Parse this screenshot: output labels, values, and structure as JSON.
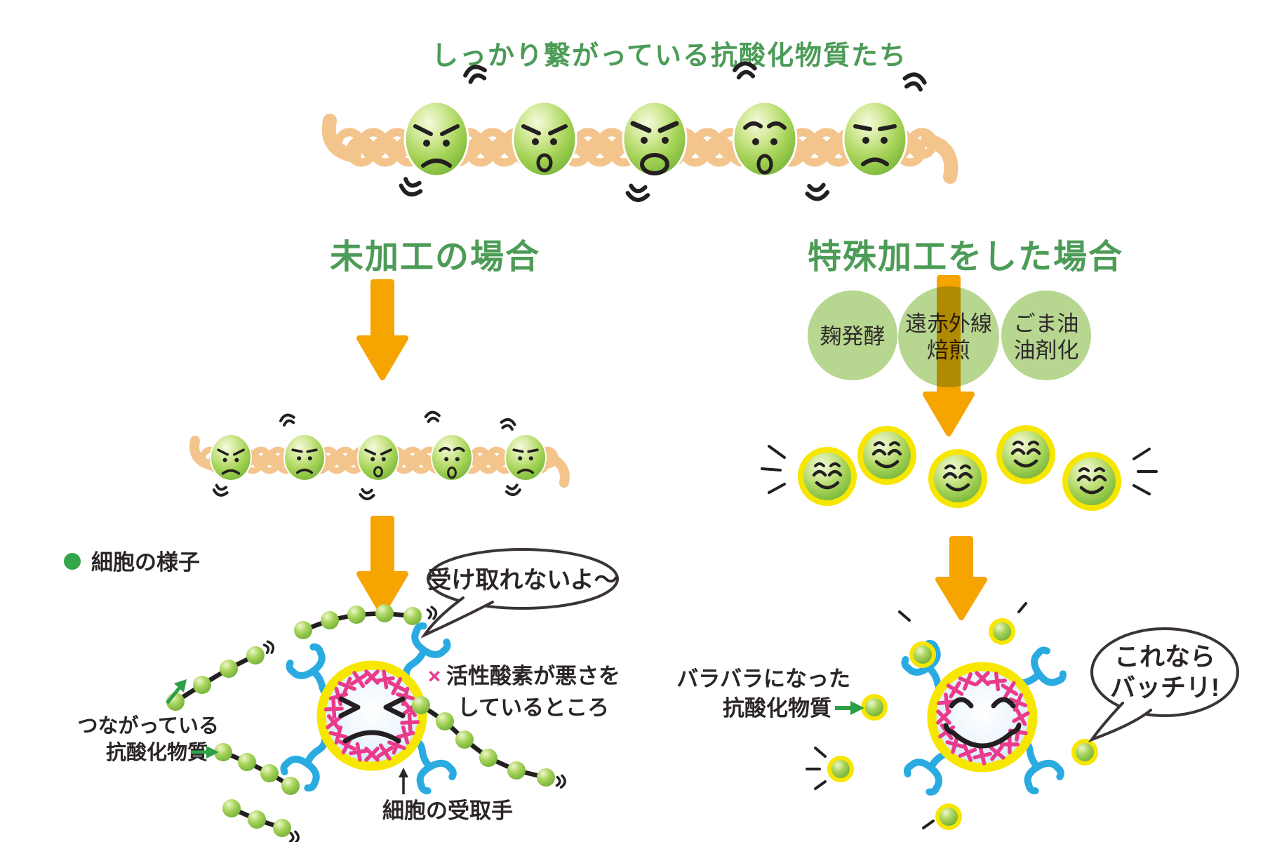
{
  "title": "しっかり繋がっている抗酸化物質たち",
  "legend": {
    "label": "細胞の様子"
  },
  "left": {
    "heading": "未加工の場合",
    "bubble": "受け取れないよ〜",
    "connected_label": {
      "line1": "つながっている",
      "line2": "抗酸化物質"
    },
    "ros_label": {
      "mark": "×",
      "line1": "活性酸素が悪さを",
      "line2": "しているところ"
    },
    "receptor_label": {
      "text": "細胞の受取手"
    }
  },
  "right": {
    "heading": "特殊加工をした場合",
    "processes": [
      {
        "lines": [
          "麹発酵"
        ]
      },
      {
        "lines": [
          "遠赤外線",
          "焙煎"
        ]
      },
      {
        "lines": [
          "ごま油",
          "油剤化"
        ]
      }
    ],
    "separated_label": {
      "line1": "バラバラになった",
      "line2": "抗酸化物質"
    },
    "bubble": {
      "line1": "これなら",
      "line2": "バッチリ!"
    }
  },
  "colors": {
    "heading_green": "#4c9b57",
    "ball_green": "#8cc63e",
    "rope_tan": "#f3c48c",
    "arrow_amber": "#f5a400",
    "process_circle_green": "#b7d690",
    "receptor_blue": "#29abe2",
    "ros_pink": "#ea3a8c",
    "highlight_yellow": "#f7e600",
    "arrow_green": "#2f9e49",
    "text_dark": "#2b2526"
  }
}
